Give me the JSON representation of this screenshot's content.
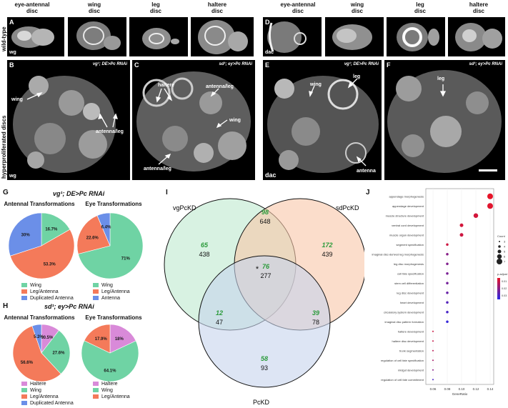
{
  "columns": [
    "eye-antennal\ndisc",
    "wing\ndisc",
    "leg\ndisc",
    "haltere\ndisc"
  ],
  "panel_letters": {
    "A": "A",
    "B": "B",
    "C": "C",
    "D": "D",
    "E": "E",
    "F": "F",
    "G": "G",
    "H": "H",
    "I": "I",
    "J": "J"
  },
  "row_labels": {
    "wildtype": "wild-type",
    "hyper": "hyperproliferated discs"
  },
  "markers": {
    "wg": "wg",
    "dac": "dac"
  },
  "genotypes": {
    "vg_de": "vg¹; DE>Pc RNAi",
    "sd_ey": "sd¹; ey>Pc RNAi"
  },
  "annotations": {
    "B": [
      "wing",
      "antenna/leg"
    ],
    "C": [
      "haltere",
      "antenna/leg",
      "wing",
      "antenna/leg"
    ],
    "E": [
      "wing",
      "leg",
      "antenna"
    ],
    "F": [
      "leg"
    ]
  },
  "pies": {
    "G_title": "vg¹; DE>Pc RNAi",
    "H_title": "sd¹; ey>Pc RNAi",
    "G_ant": {
      "title": "Antennal Transformations",
      "slices": [
        {
          "label": "Wing",
          "value": 16.7,
          "text": "16.7%",
          "color": "#6fd3a4"
        },
        {
          "label": "Leg/Antenna",
          "value": 53.3,
          "text": "53.3%",
          "color": "#f47a5a"
        },
        {
          "label": "Duplicated Antenna",
          "value": 30.0,
          "text": "30%",
          "color": "#6b8fe8"
        }
      ]
    },
    "G_eye": {
      "title": "Eye Transformations",
      "slices": [
        {
          "label": "Wing",
          "value": 71.0,
          "text": "71%",
          "color": "#6fd3a4"
        },
        {
          "label": "Leg/Antenna",
          "value": 22.6,
          "text": "22.6%",
          "color": "#f47a5a"
        },
        {
          "label": "Antenna",
          "value": 6.4,
          "text": "6.4%",
          "color": "#6b8fe8"
        }
      ]
    },
    "H_ant": {
      "title": "Antennal Transformations",
      "slices": [
        {
          "label": "Haltere",
          "value": 10.5,
          "text": "10.5%",
          "color": "#d98ad9"
        },
        {
          "label": "Wing",
          "value": 27.6,
          "text": "27.6%",
          "color": "#6fd3a4"
        },
        {
          "label": "Leg/Antenna",
          "value": 56.6,
          "text": "56.6%",
          "color": "#f47a5a"
        },
        {
          "label": "Duplicated Antenna",
          "value": 5.3,
          "text": "5.3%",
          "color": "#6b8fe8"
        }
      ]
    },
    "H_eye": {
      "title": "Eye Transformations",
      "slices": [
        {
          "label": "Haltere",
          "value": 18.0,
          "text": "18%",
          "color": "#d98ad9"
        },
        {
          "label": "Wing",
          "value": 64.1,
          "text": "64.1%",
          "color": "#6fd3a4"
        },
        {
          "label": "Leg/Antenna",
          "value": 17.9,
          "text": "17.9%",
          "color": "#f47a5a"
        }
      ]
    }
  },
  "venn": {
    "sets": [
      "vgPcKD",
      "sdPcKD",
      "PcKD"
    ],
    "regions": [
      {
        "id": "vg_only",
        "green": "65",
        "black": "438"
      },
      {
        "id": "vg_sd",
        "green": "98",
        "black": "648"
      },
      {
        "id": "sd_only",
        "green": "172",
        "black": "439"
      },
      {
        "id": "all",
        "green": "76",
        "black": "277",
        "star": "*"
      },
      {
        "id": "vg_pc",
        "green": "12",
        "black": "47"
      },
      {
        "id": "sd_pc",
        "green": "39",
        "black": "78"
      },
      {
        "id": "pc_only",
        "green": "58",
        "black": "93"
      }
    ]
  },
  "chart_data": {
    "type": "scatter",
    "title": "",
    "xlabel": "GeneRatio",
    "ylabel": "",
    "xlim": [
      0.05,
      0.145
    ],
    "xticks": [
      "0.06",
      "0.08",
      "0.10",
      "0.12",
      "0.14"
    ],
    "legend_size_title": "Count",
    "legend_sizes": [
      "3",
      "4",
      "5",
      "6",
      "7"
    ],
    "legend_color_title": "p.adjust",
    "legend_color_ticks": [
      "0.01",
      "0.02",
      "0.03"
    ],
    "terms": [
      {
        "term": "appendage morphogenesis",
        "x": 0.14,
        "count": 7,
        "p": 0.005
      },
      {
        "term": "appendage development",
        "x": 0.14,
        "count": 7,
        "p": 0.006
      },
      {
        "term": "muscle structure development",
        "x": 0.12,
        "count": 6,
        "p": 0.008
      },
      {
        "term": "ventral cord development",
        "x": 0.1,
        "count": 5,
        "p": 0.008
      },
      {
        "term": "muscle organ development",
        "x": 0.1,
        "count": 5,
        "p": 0.009
      },
      {
        "term": "segment specification",
        "x": 0.08,
        "count": 4,
        "p": 0.009
      },
      {
        "term": "imaginal disc-derived leg morphogenesis",
        "x": 0.08,
        "count": 4,
        "p": 0.02
      },
      {
        "term": "leg disc morphogenesis",
        "x": 0.08,
        "count": 4,
        "p": 0.021
      },
      {
        "term": "cell fate specification",
        "x": 0.08,
        "count": 4,
        "p": 0.022
      },
      {
        "term": "stem cell differentiation",
        "x": 0.08,
        "count": 4,
        "p": 0.023
      },
      {
        "term": "leg disc development",
        "x": 0.08,
        "count": 4,
        "p": 0.025
      },
      {
        "term": "heart development",
        "x": 0.08,
        "count": 4,
        "p": 0.028
      },
      {
        "term": "circulatory system development",
        "x": 0.08,
        "count": 4,
        "p": 0.03
      },
      {
        "term": "imaginal disc pattern formation",
        "x": 0.08,
        "count": 4,
        "p": 0.033
      },
      {
        "term": "haltere development",
        "x": 0.06,
        "count": 3,
        "p": 0.009
      },
      {
        "term": "haltere disc development",
        "x": 0.06,
        "count": 3,
        "p": 0.01
      },
      {
        "term": "trunk segmentation",
        "x": 0.06,
        "count": 3,
        "p": 0.012
      },
      {
        "term": "regulation of cell fate specification",
        "x": 0.06,
        "count": 3,
        "p": 0.015
      },
      {
        "term": "midgut development",
        "x": 0.06,
        "count": 3,
        "p": 0.02
      },
      {
        "term": "regulation of cell fate commitment",
        "x": 0.06,
        "count": 3,
        "p": 0.03
      }
    ]
  }
}
